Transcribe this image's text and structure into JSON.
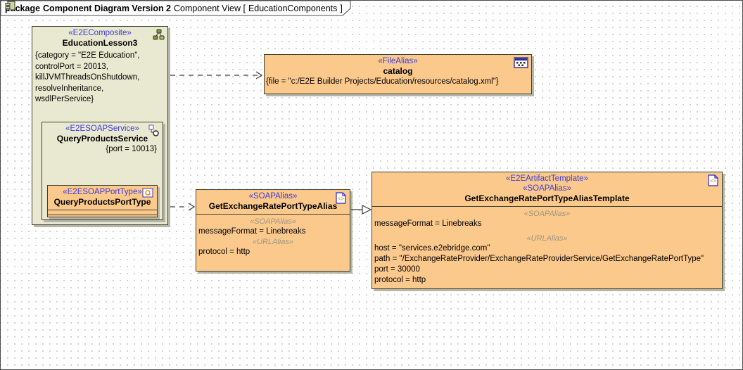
{
  "colors": {
    "stereotype_blue": "#3c3cd9",
    "compartment_stereotype_gray": "#9c9384",
    "composite_fill_green": "#e9e9d1",
    "alias_fill_orange": "#fcc98c",
    "border_dark": "#40402f",
    "shadow_gray": "#b5b5aa",
    "grid_dot_gray": "#c3c3c3"
  },
  "frame": {
    "tab": {
      "prefix": "package",
      "title": "Component Diagram Version 2",
      "context": "Component View [",
      "icon": "component-icon",
      "diagram_name": "EducationComponents",
      "suffix": "]"
    }
  },
  "nodes": {
    "education_lesson": {
      "stereotype": "«E2EComposite»",
      "name": "EducationLesson3",
      "icon": "composite-tree-icon",
      "properties": [
        "{category = \"E2E Education\",",
        "controlPort = 20013,",
        "killJVMThreadsOnShutdown,",
        "resolveInheritance,",
        "wsdlPerService}"
      ]
    },
    "query_products_service": {
      "stereotype": "«E2ESOAPService»",
      "name": "QueryProductsService",
      "icon": "soap-service-icon",
      "constraint": "{port = 10013}"
    },
    "query_products_port_type": {
      "stereotype": "«E2ESOAPPortType»",
      "name": "QueryProductsPortType",
      "icon": "port-type-icon"
    },
    "catalog": {
      "stereotype": "«FileAlias»",
      "name": "catalog",
      "icon": "file-table-icon",
      "property": "{file = \"c:/E2E Builder Projects/Education/resources/catalog.xml\"}"
    },
    "exchange_alias": {
      "stereotype": "«SOAPAlias»",
      "name": "GetExchangeRatePortTypeAlias",
      "icon": "xml-document-icon",
      "sections": [
        {
          "header": "«SOAPAlias»",
          "lines": [
            "messageFormat = Linebreaks"
          ]
        },
        {
          "header": "«URLAlias»",
          "lines": [
            "protocol = http"
          ]
        }
      ]
    },
    "exchange_alias_template": {
      "stereotypes": [
        "«E2EArtifactTemplate»",
        "«SOAPAlias»"
      ],
      "name": "GetExchangeRatePortTypeAliasTemplate",
      "icon": "xml-document-icon",
      "sections": [
        {
          "header": "«SOAPAlias»",
          "lines": [
            "messageFormat = Linebreaks"
          ]
        },
        {
          "header": "«URLAlias»",
          "lines": [
            "host = \"services.e2ebridge.com\"",
            "path = \"/ExchangeRateProvider/ExchangeRateProviderService/GetExchangeRatePortType\"",
            "port = 30000",
            "protocol = http"
          ]
        }
      ]
    }
  },
  "edges": [
    {
      "from": "EducationLesson3",
      "to": "catalog",
      "style": "dashed-dependency"
    },
    {
      "from": "QueryProductsPortType",
      "to": "GetExchangeRatePortTypeAlias",
      "style": "dashed-dependency"
    },
    {
      "from": "GetExchangeRatePortTypeAlias",
      "to": "GetExchangeRatePortTypeAliasTemplate",
      "style": "solid-generalization"
    }
  ]
}
